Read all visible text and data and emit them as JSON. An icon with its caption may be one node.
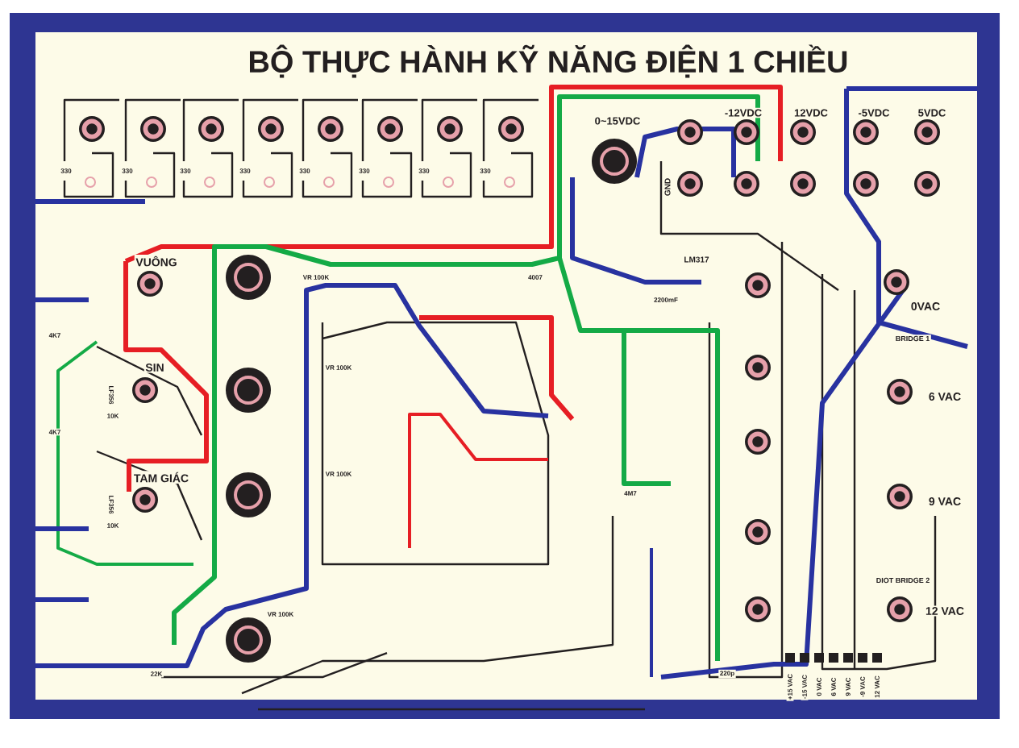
{
  "diagram": {
    "title": "BỘ THỰC HÀNH KỸ NĂNG ĐIỆN 1 CHIỀU",
    "labels": [
      "330",
      "330",
      "330",
      "330",
      "330",
      "330",
      "330",
      "330",
      "0~15VDC",
      "-12VDC",
      "12VDC",
      "-5VDC",
      "5VDC",
      "GND",
      "LM317",
      "VUÔNG",
      "SIN",
      "TAM GIÁC",
      "VR 100K",
      "VR 100K",
      "VR 100K",
      "VR 100K",
      "22K",
      "0VAC",
      "BRIDGE 1",
      "6 VAC",
      "9 VAC",
      "DIOT BRIDGE 2",
      "12 VAC",
      "+15 VAC",
      "-15 VAC",
      "0 VAC",
      "6 VAC",
      "9 VAC",
      "-9 VAC",
      "12 VAC",
      "LF356",
      "LF356",
      "4K7",
      "4K7",
      "10K",
      "10K",
      "2200mF",
      "4007",
      "4M7",
      "220p"
    ]
  }
}
